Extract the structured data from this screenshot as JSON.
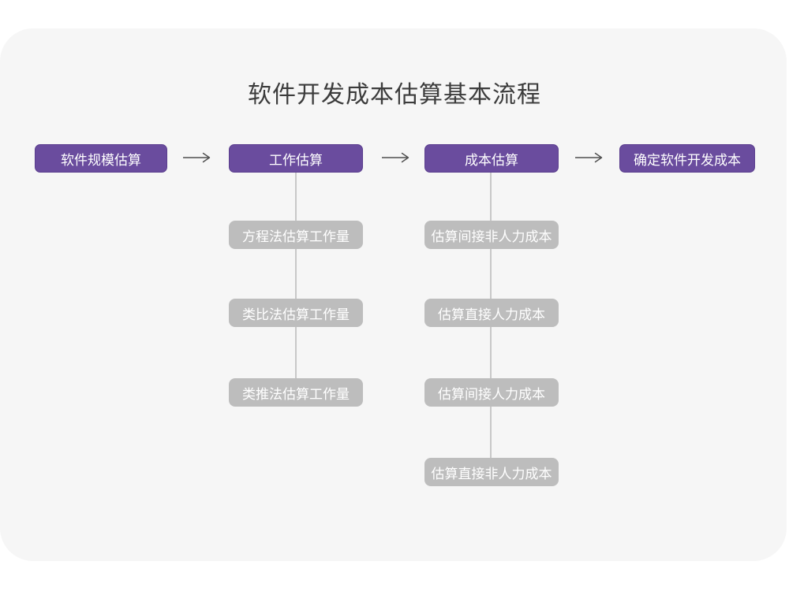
{
  "page": {
    "title": "软件开发成本估算基本流程"
  },
  "colors": {
    "background": "#FFFFFF",
    "card_background": "#F6F6F6",
    "primary_node": "#6A4C9E",
    "primary_node_border": "#5B3E8E",
    "sub_node": "#BDBDBD",
    "node_text": "#FFFFFF",
    "arrow": "#4F4F4F",
    "connector": "#C8C8C8",
    "title_text": "#3C3C3C"
  },
  "flowchart": {
    "main_nodes": [
      {
        "label": "软件规模估算"
      },
      {
        "label": "工作估算"
      },
      {
        "label": "成本估算"
      },
      {
        "label": "确定软件开发成本"
      }
    ],
    "sub_flows": [
      {
        "parent_index": 1,
        "steps": [
          {
            "label": "方程法估算工作量"
          },
          {
            "label": "类比法估算工作量"
          },
          {
            "label": "类推法估算工作量"
          }
        ]
      },
      {
        "parent_index": 2,
        "steps": [
          {
            "label": "估算间接非人力成本"
          },
          {
            "label": "估算直接人力成本"
          },
          {
            "label": "估算间接人力成本"
          },
          {
            "label": "估算直接非人力成本"
          }
        ]
      }
    ]
  }
}
